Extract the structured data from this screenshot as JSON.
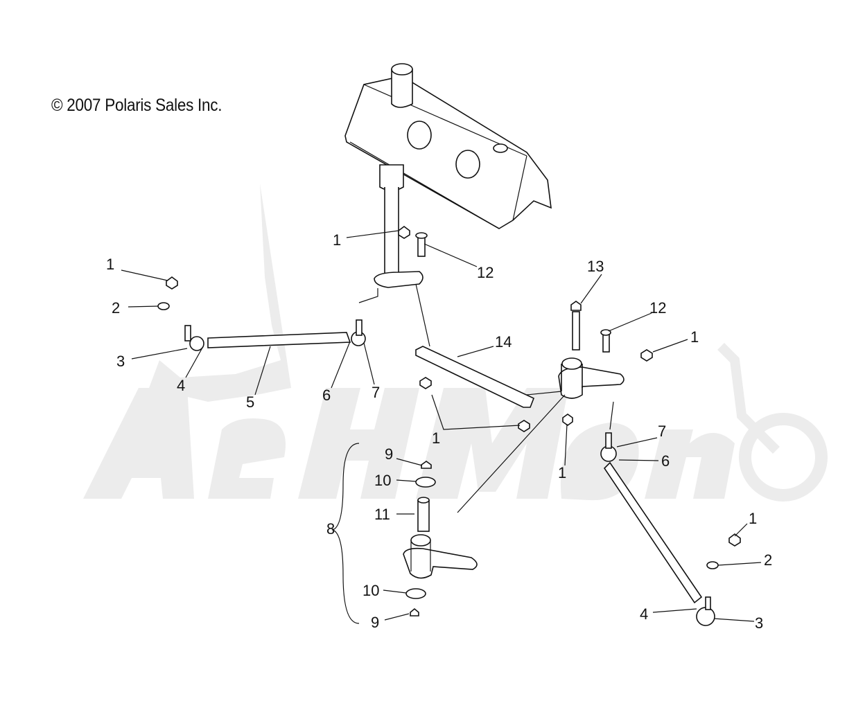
{
  "copyright": "© 2007 Polaris Sales Inc.",
  "watermark": "AehMoto",
  "labels": [
    "1",
    "12",
    "1",
    "2",
    "3",
    "4",
    "5",
    "6",
    "7",
    "13",
    "12",
    "14",
    "1",
    "1",
    "9",
    "10",
    "11",
    "8",
    "1",
    "7",
    "6",
    "1",
    "2",
    "10",
    "9",
    "4",
    "3"
  ]
}
